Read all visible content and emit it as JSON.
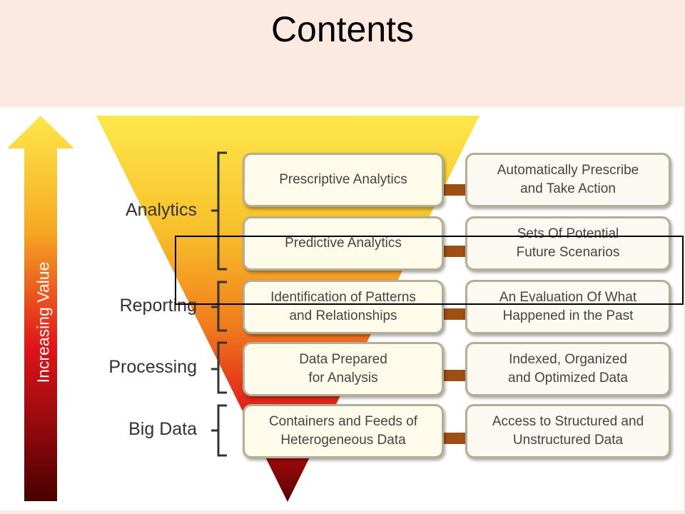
{
  "slide": {
    "title": "Contents"
  },
  "diagram": {
    "axis_label": "Increasing Value",
    "layers": [
      {
        "label": "Analytics"
      },
      {
        "label": "Reporting"
      },
      {
        "label": "Processing"
      },
      {
        "label": "Big Data"
      }
    ],
    "rows": [
      {
        "left": [
          "Prescriptive Analytics"
        ],
        "right": [
          "Automatically Prescribe",
          "and Take Action"
        ]
      },
      {
        "left": [
          "Predictive Analytics"
        ],
        "right": [
          "Sets Of Potential",
          "Future Scenarios"
        ]
      },
      {
        "left": [
          "Identification of Patterns",
          "and Relationships"
        ],
        "right": [
          "An Evaluation Of What",
          "Happened in the Past"
        ]
      },
      {
        "left": [
          "Data Prepared",
          "for Analysis"
        ],
        "right": [
          "Indexed, Organized",
          "and Optimized Data"
        ]
      },
      {
        "left": [
          "Containers and Feeds of",
          "Heterogeneous Data"
        ],
        "right": [
          "Access to Structured and",
          "Unstructured Data"
        ]
      }
    ],
    "colors": {
      "funnel_top": "#fde84a",
      "funnel_mid": "#f39a1e",
      "funnel_low": "#e0141a",
      "funnel_bottom": "#5a0000",
      "arrow": "#a04f14",
      "box_border": "#b3ae96"
    },
    "icons": [
      "up-arrow-icon",
      "right-arrow-icon"
    ]
  }
}
